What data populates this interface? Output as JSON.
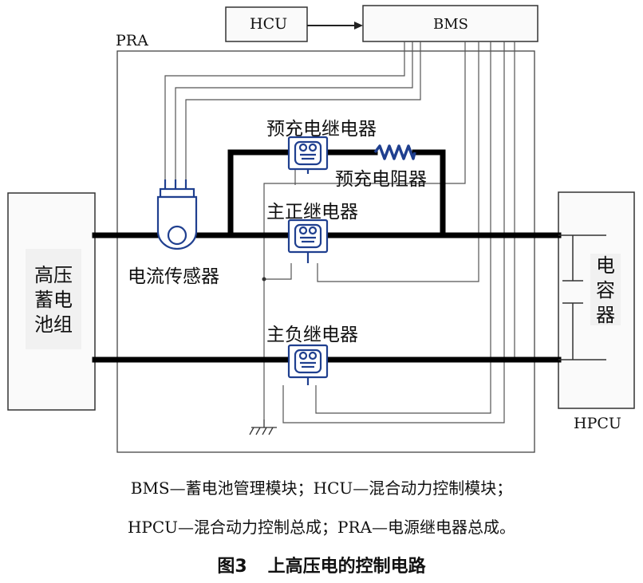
{
  "diagram": {
    "hcu_label": "HCU",
    "bms_label": "BMS",
    "pra_label": "PRA",
    "hpcu_label": "HPCU",
    "battery_label_lines": [
      "高压",
      "蓄电",
      "池组"
    ],
    "capacitor_label_lines": [
      "电",
      "容",
      "器"
    ],
    "precharge_relay_label": "预充电继电器",
    "precharge_resistor_label": "预充电阻器",
    "main_positive_relay_label": "主正继电器",
    "main_negative_relay_label": "主负继电器",
    "current_sensor_label": "电流传感器"
  },
  "caption": {
    "legend_line_1": "BMS—蓄电池管理模块；HCU—混合动力控制模块；",
    "legend_line_2": "HPCU—混合动力控制总成；PRA—电源继电器总成。",
    "figure_number": "图3",
    "figure_title": "上高压电的控制电路"
  },
  "colors": {
    "relay_blue": "#1f3f8f",
    "thin_line": "#555555",
    "bus_line": "#000000",
    "box_fill": "#fafafa"
  }
}
